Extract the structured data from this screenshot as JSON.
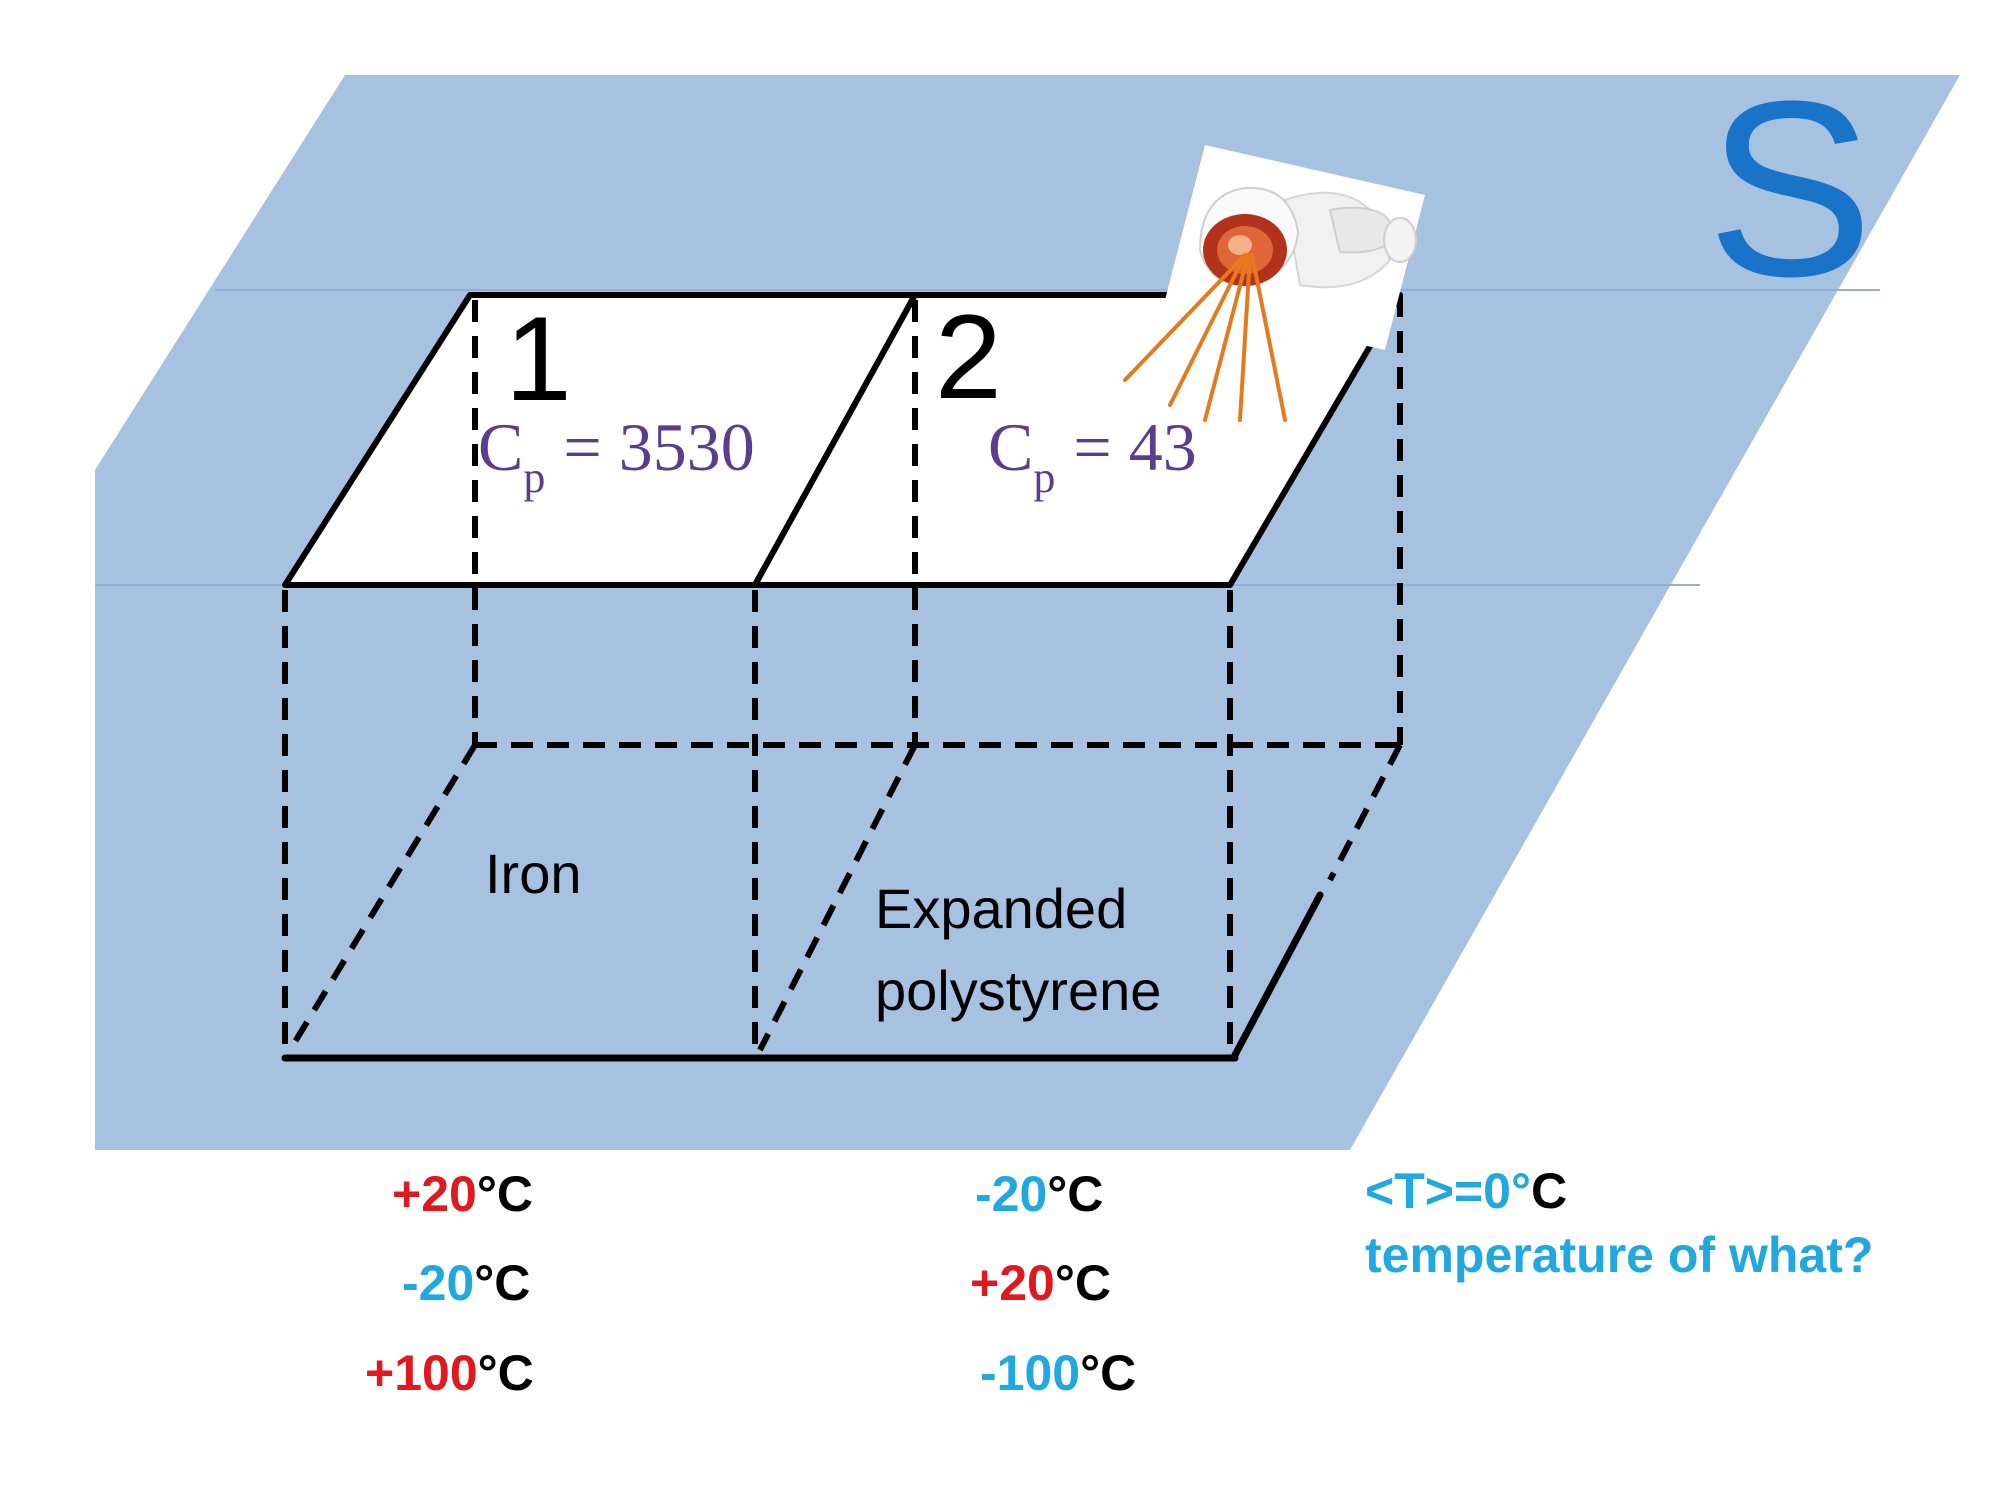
{
  "colors": {
    "plane": "#a7c1e0",
    "plane_line": "#8fb0d8",
    "outline": "#000000",
    "cp_text": "#5b3c8f",
    "hot": "#e0191f",
    "cold": "#21a8e0",
    "symbol": "#1873c9",
    "ray": "#e57a1c"
  },
  "plane_symbol": "S",
  "lamp": {
    "icon": "heat-lamp-icon"
  },
  "box1": {
    "number": "1",
    "cp_symbol": "C",
    "cp_subscript": "p",
    "cp_value": "= 3530",
    "material": "Iron"
  },
  "box2": {
    "number": "2",
    "cp_symbol": "C",
    "cp_subscript": "p",
    "cp_value": "= 43",
    "material_line1": "Expanded",
    "material_line2": "polystyrene"
  },
  "scenarios": [
    {
      "left": {
        "value": "+20",
        "unit": "°C",
        "tone": "hot"
      },
      "right": {
        "value": "-20",
        "unit": "°C",
        "tone": "cold"
      }
    },
    {
      "left": {
        "value": "-20",
        "unit": "°C",
        "tone": "cold"
      },
      "right": {
        "value": "+20",
        "unit": "°C",
        "tone": "hot"
      }
    },
    {
      "left": {
        "value": "+100",
        "unit": "°C",
        "tone": "hot"
      },
      "right": {
        "value": "-100",
        "unit": "°C",
        "tone": "cold"
      }
    }
  ],
  "average": {
    "expr": "<T>=0°",
    "unit": "C",
    "question": "temperature of what?"
  }
}
